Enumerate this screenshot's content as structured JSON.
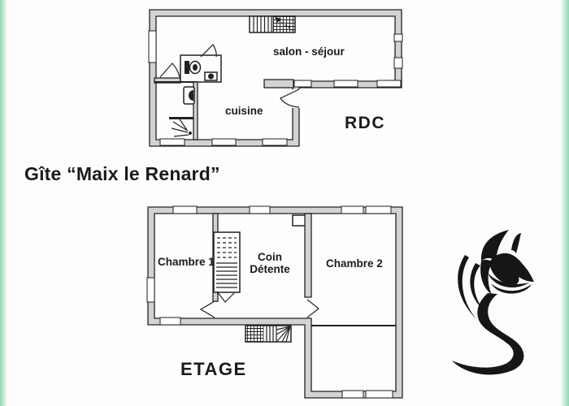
{
  "title": "Gîte “Maix le Renard”",
  "floorplans": {
    "rdc": {
      "name": "RDC",
      "rooms": {
        "salon": "salon - séjour",
        "cuisine": "cuisine"
      }
    },
    "etage": {
      "name": "ETAGE",
      "rooms": {
        "chambre1": "Chambre 1",
        "coin_detente": "Coin\nDétente",
        "chambre2": "Chambre 2"
      }
    }
  },
  "logo": {
    "name": "fox-logo"
  },
  "colors": {
    "background": "#fdfdfc",
    "line_color": "#222222",
    "wall_fill": "#d3d3d3",
    "border_green": "#8fd9b4",
    "logo_color": "#161616",
    "text_color": "#1b1b1b"
  }
}
